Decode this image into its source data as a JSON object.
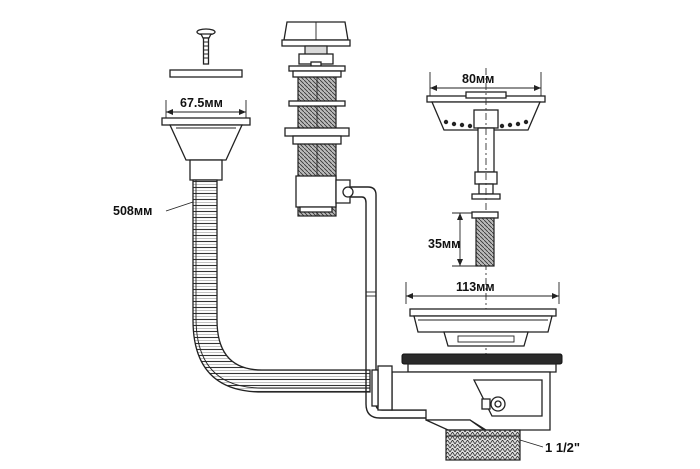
{
  "dimensions": {
    "strainer_diameter": "80мм",
    "overflow_neck_diameter": "67.5мм",
    "hose_length": "508мм",
    "stem_length": "35мм",
    "flange_diameter": "113мм",
    "outlet_thread": "1 1/2\""
  }
}
